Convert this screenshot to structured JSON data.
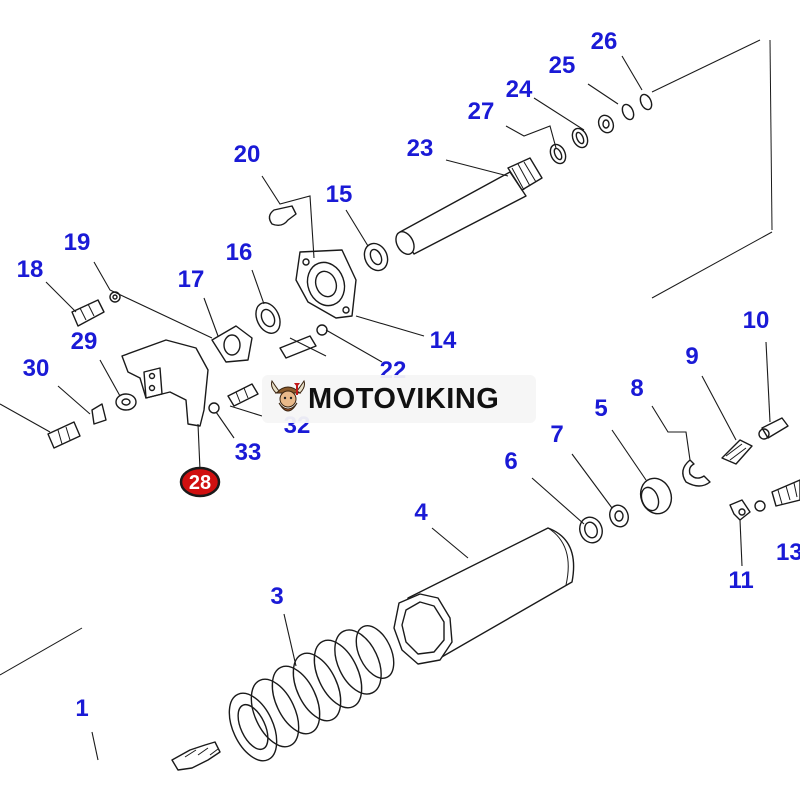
{
  "callouts": {
    "c1": "1",
    "c3": "3",
    "c4": "4",
    "c5": "5",
    "c6": "6",
    "c7": "7",
    "c8": "8",
    "c9": "9",
    "c10": "10",
    "c11": "11",
    "c13": "13",
    "c14": "14",
    "c15": "15",
    "c16": "16",
    "c17": "17",
    "c18": "18",
    "c19": "19",
    "c20": "20",
    "c22": "22",
    "c23": "23",
    "c24": "24",
    "c25": "25",
    "c26": "26",
    "c27": "27",
    "c29": "29",
    "c30": "30",
    "c32": "32",
    "c33": "33"
  },
  "highlight": {
    "label": "28",
    "color": "#d01010"
  },
  "colors": {
    "callout": "#1a1ad6",
    "line": "#1a1a1a"
  },
  "watermark": {
    "text": "MOTOVIKING",
    "logo": "viking-helmet-icon"
  }
}
